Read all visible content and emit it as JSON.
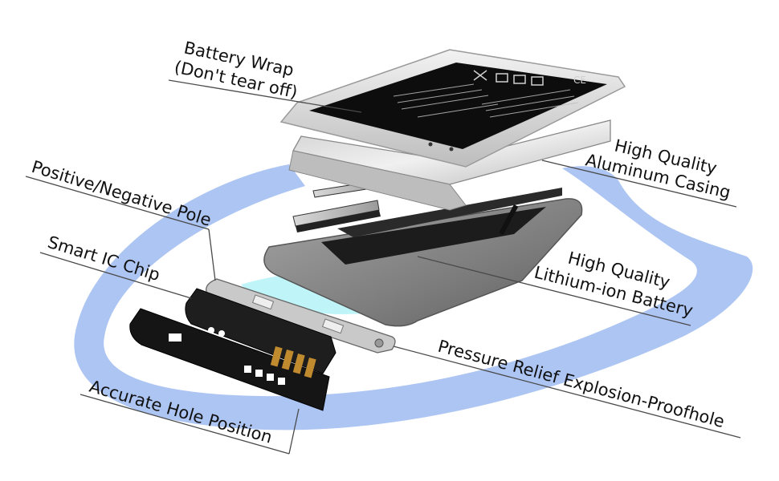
{
  "labels": {
    "battery_wrap_line1": "Battery Wrap",
    "battery_wrap_line2": "(Don't tear off)",
    "aluminum_line1": "High Quality",
    "aluminum_line2": "Aluminum Casing",
    "pole": "Positive/Negative Pole",
    "smart_ic": "Smart IC Chip",
    "lithium_line1": "High Quality",
    "lithium_line2": "Lithium-ion Battery",
    "pressure": "Pressure Relief Explosion-Proofhole",
    "hole": "Accurate Hole Position"
  },
  "colors": {
    "ribbon": "#a9c2f2",
    "cyan_glow": "#b8f4f8",
    "wrap_black": "#0d0d0d",
    "casing_silver": "#d6d6d6",
    "cell_gray": "#8e8e8e",
    "ic_board": "#1a1a1a",
    "gold_contact": "#c08a2e"
  }
}
